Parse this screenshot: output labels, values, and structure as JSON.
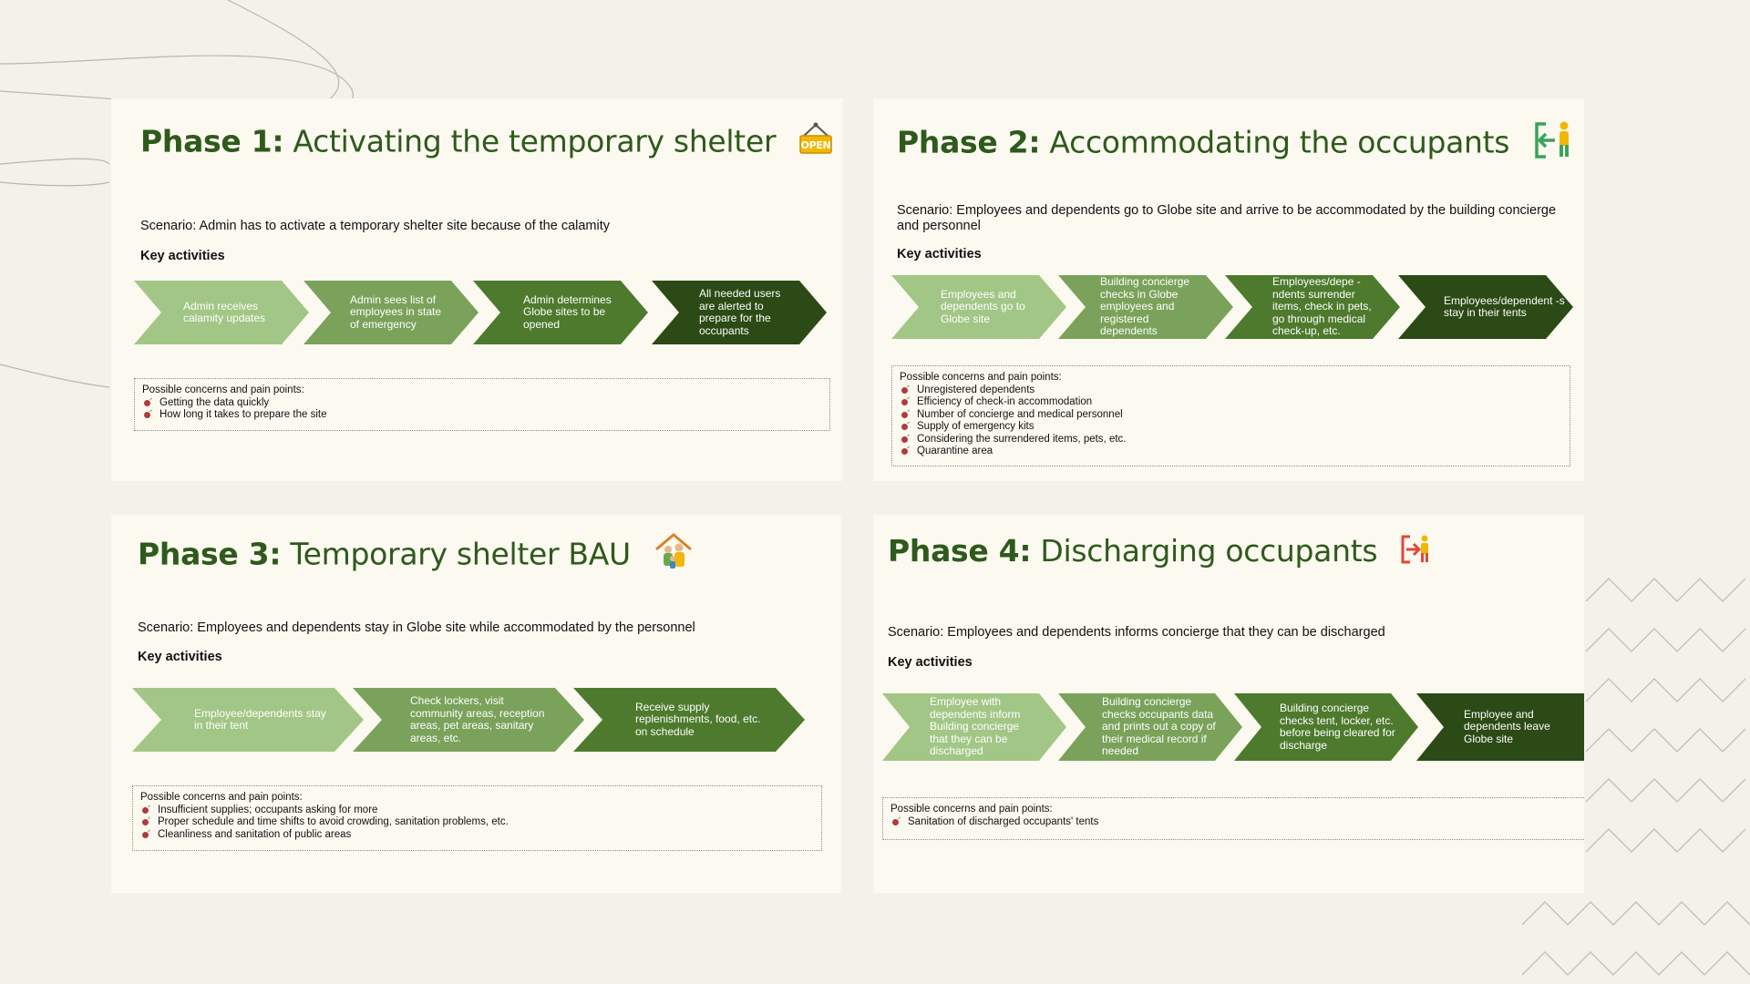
{
  "phases": [
    {
      "label": "Phase 1:",
      "title": "Activating the temporary shelter",
      "icon": "open-sign-icon",
      "scenario": "Scenario: Admin has to activate a temporary shelter site because of the calamity",
      "key_activities_label": "Key activities",
      "activities": [
        "Admin receives calamity updates",
        "Admin sees list of employees in state of emergency",
        "Admin determines Globe sites to be opened",
        "All needed users are alerted to prepare for the occupants"
      ],
      "concerns_title": "Possible concerns and pain points:",
      "concerns": [
        "Getting the data quickly",
        "How long it takes to prepare the site"
      ]
    },
    {
      "label": "Phase 2:",
      "title": "Accommodating the occupants",
      "icon": "person-entering-icon",
      "scenario": "Scenario: Employees and dependents go to Globe site and arrive to be accommodated by the building concierge and personnel",
      "key_activities_label": "Key activities",
      "activities": [
        "Employees and dependents go to Globe site",
        "Building concierge checks in Globe employees and registered dependents",
        "Employees/depe -ndents surrender items, check in pets, go through medical check-up, etc.",
        "Employees/dependent -s stay in their tents"
      ],
      "concerns_title": "Possible concerns and pain points:",
      "concerns": [
        "Unregistered dependents",
        "Efficiency of check-in accommodation",
        "Number of concierge and medical personnel",
        "Supply of emergency kits",
        "Considering the surrendered items, pets, etc.",
        "Quarantine area"
      ]
    },
    {
      "label": "Phase 3:",
      "title": "Temporary shelter BAU",
      "icon": "family-shelter-icon",
      "scenario": "Scenario: Employees and dependents stay in Globe site while accommodated by the personnel",
      "key_activities_label": "Key activities",
      "activities": [
        "Employee/dependents stay in their tent",
        "Check lockers, visit community areas, reception areas, pet areas, sanitary areas, etc.",
        "Receive supply replenishments, food, etc. on schedule"
      ],
      "concerns_title": "Possible concerns and pain points:",
      "concerns": [
        "Insufficient supplies; occupants asking for more",
        "Proper schedule and time shifts to avoid crowding, sanitation problems, etc.",
        "Cleanliness and sanitation of public areas"
      ]
    },
    {
      "label": "Phase 4:",
      "title": "Discharging occupants",
      "icon": "person-exiting-icon",
      "scenario": "Scenario: Employees and dependents informs concierge that they can be discharged",
      "key_activities_label": "Key activities",
      "activities": [
        "Employee with dependents inform Building concierge that they can be discharged",
        "Building concierge checks occupants data and prints out a copy of their medical record if needed",
        "Building concierge checks tent, locker, etc. before being cleared for discharge",
        "Employee and dependents leave Globe site"
      ],
      "concerns_title": "Possible concerns and pain points:",
      "concerns": [
        "Sanitation of discharged occupants' tents"
      ]
    }
  ],
  "colors": {
    "page_bg": "#f4f1ea",
    "card_bg": "#fcf9f0",
    "title_green": "#2e5a1c",
    "chevron_light": "#a2c686",
    "chevron_mid": "#7aa25a",
    "chevron_dark": "#4d7a2c",
    "chevron_darkest": "#2b4a15",
    "bullet_red": "#b23a3a"
  }
}
